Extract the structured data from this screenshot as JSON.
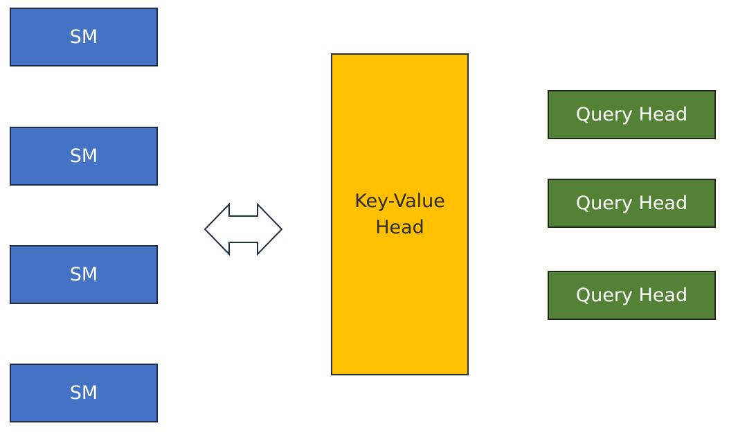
{
  "sm_blocks": [
    {
      "label": "SM"
    },
    {
      "label": "SM"
    },
    {
      "label": "SM"
    },
    {
      "label": "SM"
    }
  ],
  "kv_head": {
    "line1": "Key-Value",
    "line2": "Head"
  },
  "query_heads": [
    {
      "label": "Query Head"
    },
    {
      "label": "Query Head"
    },
    {
      "label": "Query Head"
    }
  ],
  "colors": {
    "sm_fill": "#4472c4",
    "kv_fill": "#ffc000",
    "query_fill": "#538135",
    "outline": "#1f2f4a"
  },
  "icons": {
    "connector": "double-arrow-icon"
  }
}
